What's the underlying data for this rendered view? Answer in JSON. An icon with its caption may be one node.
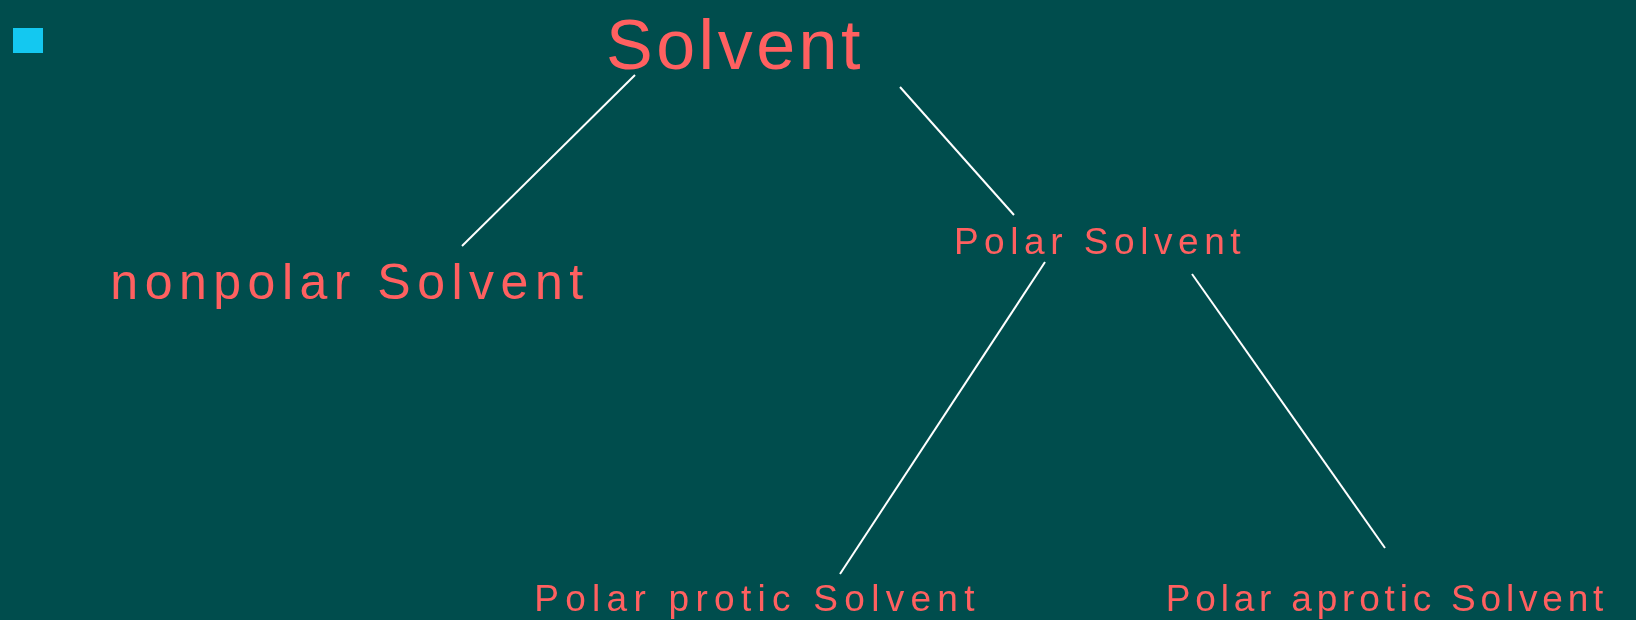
{
  "diagram": {
    "nodes": [
      {
        "text": [
          "Solvent"
        ]
      },
      {
        "text": [
          "nonpolar Solvent"
        ]
      },
      {
        "text": [
          "Polar Solvent"
        ]
      },
      {
        "text": [
          "Polar protic Solvent"
        ]
      },
      {
        "text": [
          "Polar aprotic Solvent"
        ]
      }
    ],
    "edges": [
      {
        "from": 0,
        "to": 1,
        "arrow": "none"
      },
      {
        "from": 0,
        "to": 2,
        "arrow": "none"
      },
      {
        "from": 2,
        "to": 3,
        "arrow": "none"
      },
      {
        "from": 2,
        "to": 4,
        "arrow": "none"
      }
    ]
  }
}
